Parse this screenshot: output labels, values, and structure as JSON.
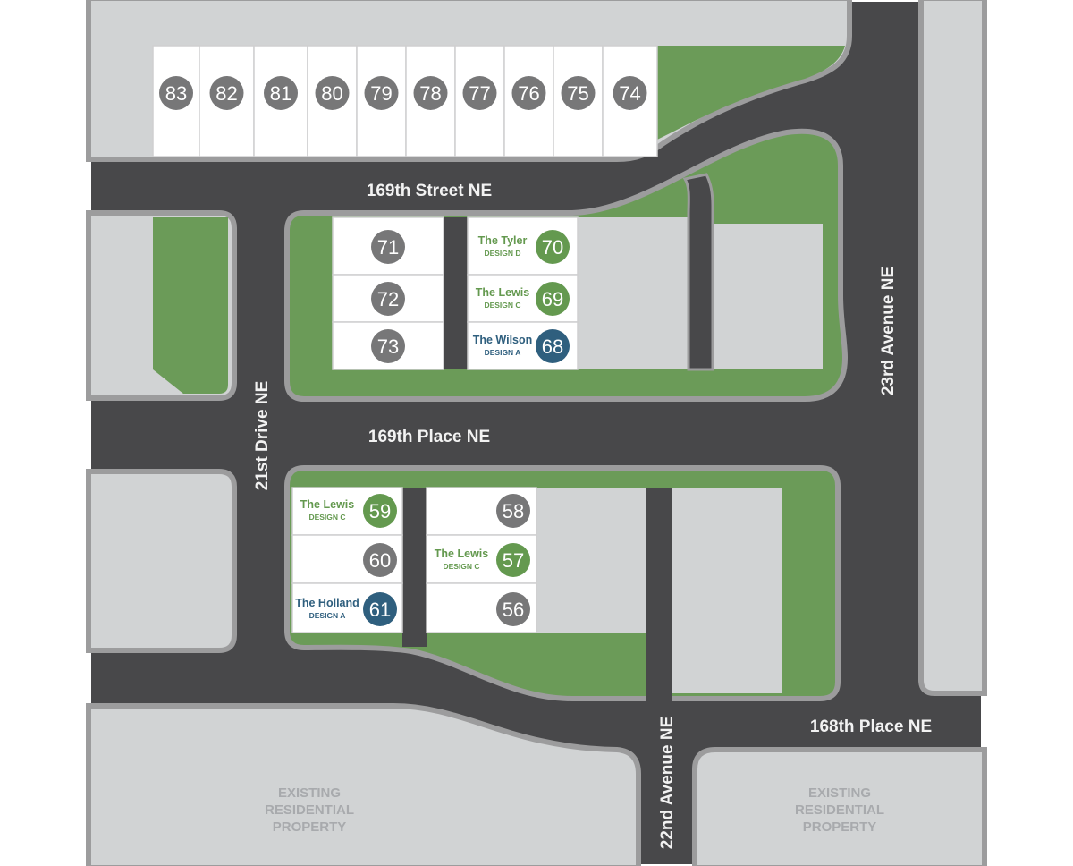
{
  "colors": {
    "road": "#48484a",
    "curb": "#9c9c9d",
    "lot_unavailable": "#d1d3d4",
    "open_space": "#6b9b58",
    "lot_available": "#ffffff",
    "badge_gray": "#777778",
    "badge_green": "#64994f",
    "badge_blue": "#2f5f7e"
  },
  "streets": {
    "street_169th": "169th Street NE",
    "place_169th": "169th Place NE",
    "drive_21st": "21st Drive NE",
    "avenue_23rd": "23rd Avenue NE",
    "avenue_22nd": "22nd Avenue NE",
    "place_168th": "168th Place NE"
  },
  "existing_property": {
    "left": [
      "EXISTING",
      "RESIDENTIAL",
      "PROPERTY"
    ],
    "right": [
      "EXISTING",
      "RESIDENTIAL",
      "PROPERTY"
    ]
  },
  "lots": [
    {
      "number": "83",
      "status": "gray"
    },
    {
      "number": "82",
      "status": "gray"
    },
    {
      "number": "81",
      "status": "gray"
    },
    {
      "number": "80",
      "status": "gray"
    },
    {
      "number": "79",
      "status": "gray"
    },
    {
      "number": "78",
      "status": "gray"
    },
    {
      "number": "77",
      "status": "gray"
    },
    {
      "number": "76",
      "status": "gray"
    },
    {
      "number": "75",
      "status": "gray"
    },
    {
      "number": "74",
      "status": "gray"
    },
    {
      "number": "71",
      "status": "gray"
    },
    {
      "number": "72",
      "status": "gray"
    },
    {
      "number": "73",
      "status": "gray"
    },
    {
      "number": "70",
      "status": "green",
      "model": "The Tyler",
      "design": "DESIGN D"
    },
    {
      "number": "69",
      "status": "green",
      "model": "The Lewis",
      "design": "DESIGN C"
    },
    {
      "number": "68",
      "status": "blue",
      "model": "The Wilson",
      "design": "DESIGN A"
    },
    {
      "number": "59",
      "status": "green",
      "model": "The Lewis",
      "design": "DESIGN C"
    },
    {
      "number": "60",
      "status": "gray"
    },
    {
      "number": "61",
      "status": "blue",
      "model": "The Holland",
      "design": "DESIGN A"
    },
    {
      "number": "58",
      "status": "gray"
    },
    {
      "number": "57",
      "status": "green",
      "model": "The Lewis",
      "design": "DESIGN C"
    },
    {
      "number": "56",
      "status": "gray"
    }
  ]
}
